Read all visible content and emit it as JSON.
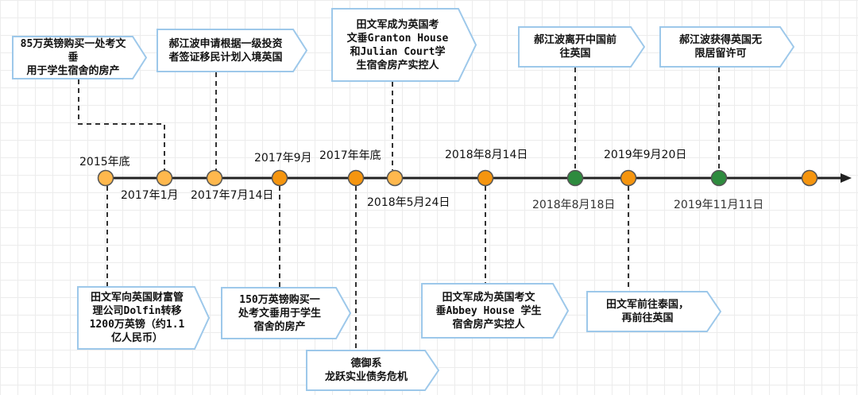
{
  "colors": {
    "box_fill": "#ffffff",
    "box_stroke": "#9dc8ea",
    "axis": "#222222",
    "dot_light": "#ffb84d",
    "dot_orange": "#f5950f",
    "dot_green": "#2e8b3e",
    "dot_stroke": "#555555"
  },
  "timeline": {
    "events": [
      {
        "date": "2015年底",
        "dot": "light"
      },
      {
        "date": "2017年1月",
        "dot": "light"
      },
      {
        "date": "2017年7月14日",
        "dot": "light"
      },
      {
        "date": "2017年9月",
        "dot": "orange"
      },
      {
        "date": "2017年年底",
        "dot": "orange"
      },
      {
        "date": "2018年5月24日",
        "dot": "light"
      },
      {
        "date": "2018年8月14日",
        "dot": "orange"
      },
      {
        "date": "2018年8月18日",
        "dot": "green"
      },
      {
        "date": "2019年9月20日",
        "dot": "orange"
      },
      {
        "date": "2019年11月11日",
        "dot": "green"
      },
      {
        "date": "",
        "dot": "orange"
      }
    ],
    "notes": [
      {
        "text": "85万英镑购买一处考文垂\n用于学生宿舍的房产"
      },
      {
        "text": "郝江波申请根据一级投资\n者签证移民计划入境英国"
      },
      {
        "text": "田文军成为英国考\n文垂Granton House\n和Julian Court学\n生宿舍房产实控人"
      },
      {
        "text": "郝江波离开中国前\n往英国"
      },
      {
        "text": "郝江波获得英国无\n限居留许可"
      },
      {
        "text": "田文军向英国财富管\n理公司Dolfin转移\n1200万英镑（约1.1\n亿人民币）"
      },
      {
        "text": "150万英镑购买一\n处考文垂用于学生\n宿舍的房产"
      },
      {
        "text": "德御系\n龙跃实业债务危机"
      },
      {
        "text": "田文军成为英国考文\n垂Abbey House 学生\n宿舍房产实控人"
      },
      {
        "text": "田文军前往泰国，\n再前往英国"
      }
    ]
  }
}
